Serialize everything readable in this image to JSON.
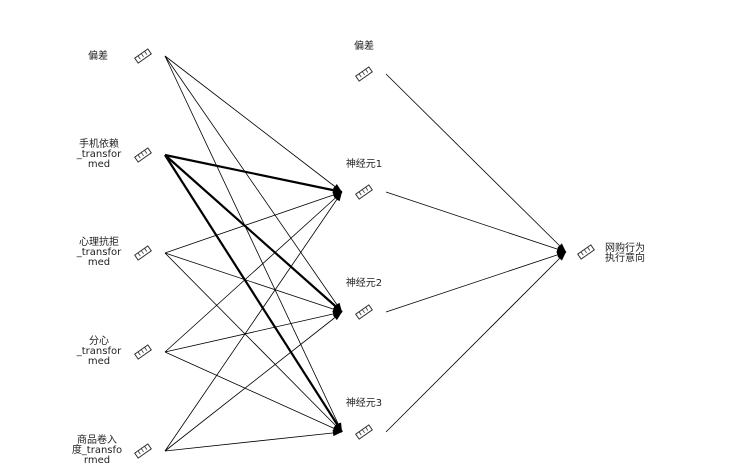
{
  "network": {
    "input_layer": [
      {
        "label": "偏差"
      },
      {
        "label": "手机依赖\n_transfor\nmed"
      },
      {
        "label": "心理抗拒\n_transfor\nmed"
      },
      {
        "label": "分心\n_transfor\nmed"
      },
      {
        "label": "商品卷入\n度_transfo\nrmed"
      }
    ],
    "hidden_layer": [
      {
        "label": "偏差"
      },
      {
        "label": "神经元1"
      },
      {
        "label": "神经元2"
      },
      {
        "label": "神经元3"
      }
    ],
    "output_layer": [
      {
        "label": "网购行为\n执行意向"
      }
    ],
    "icon": "node-ruler-icon",
    "colors": {
      "line": "#000000",
      "text": "#222222",
      "icon": "#333333"
    }
  }
}
